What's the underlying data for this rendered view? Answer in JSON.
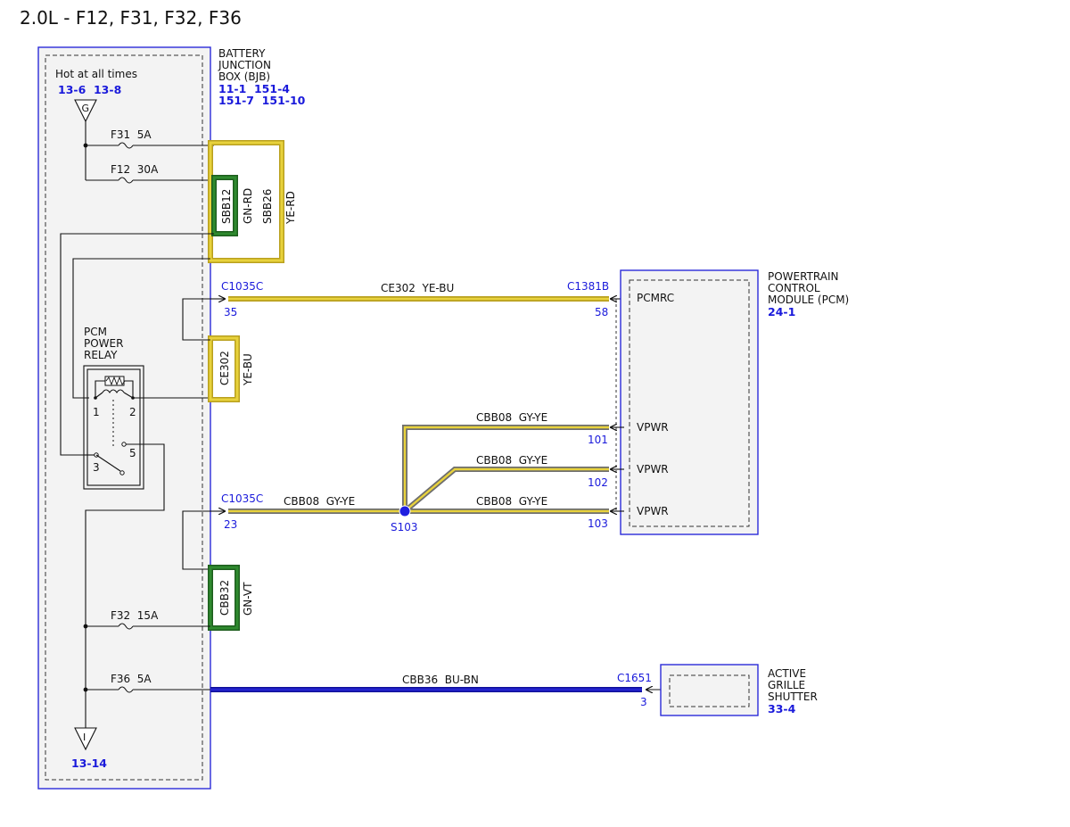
{
  "title": "2.0L - F12, F31, F32, F36",
  "colors": {
    "module_border": "#2b2bd9",
    "module_fill": "#f3f3f3",
    "ref_text": "#1a1adb",
    "yellow": "#e8d23c",
    "yellow_dark": "#b9a01e",
    "green": "#2f8a2f",
    "gray": "#8c8c8c",
    "blue": "#1b1bb8",
    "red": "#c0392b"
  },
  "bjb": {
    "label_lines": [
      "BATTERY",
      "JUNCTION",
      "BOX (BJB)"
    ],
    "refs_line1": "11-1  151-4",
    "refs_line2": "151-7  151-10",
    "hot_label": "Hot at all times",
    "hot_refs": "13-6  13-8",
    "ground_top": "G",
    "ground_bottom": "I",
    "ground_bottom_ref": "13-14"
  },
  "fuses": {
    "f31": "F31  5A",
    "f12": "F12  30A",
    "f32": "F32  15A",
    "f36": "F36  5A"
  },
  "relay": {
    "label_lines": [
      "PCM",
      "POWER",
      "RELAY"
    ],
    "pin1": "1",
    "pin2": "2",
    "pin3": "3",
    "pin5": "5"
  },
  "splices": {
    "sbb12": "SBB12",
    "sbb12_color": "GN-RD",
    "sbb26": "SBB26",
    "sbb26_color": "YE-RD",
    "ce302": "CE302",
    "ce302_color": "YE-BU",
    "cbb32": "CBB32",
    "cbb32_color": "GN-VT"
  },
  "wires": {
    "ce302_main": "CE302  YE-BU",
    "cbb08_left": "CBB08  GY-YE",
    "cbb08_top": "CBB08  GY-YE",
    "cbb08_mid": "CBB08  GY-YE",
    "cbb08_bot": "CBB08  GY-YE",
    "cbb36": "CBB36  BU-BN"
  },
  "connectors": {
    "c1035c_a": "C1035C",
    "c1035c_a_pin": "35",
    "c1035c_b": "C1035C",
    "c1035c_b_pin": "23",
    "c1381b": "C1381B",
    "c1381b_pin": "58",
    "pin101": "101",
    "pin102": "102",
    "pin103": "103",
    "c1651": "C1651",
    "c1651_pin": "3",
    "s103": "S103"
  },
  "pcm": {
    "label_lines": [
      "POWERTRAIN",
      "CONTROL",
      "MODULE (PCM)"
    ],
    "ref": "24-1",
    "pcmrc": "PCMRC",
    "vpwr1": "VPWR",
    "vpwr2": "VPWR",
    "vpwr3": "VPWR"
  },
  "shutter": {
    "label_lines": [
      "ACTIVE",
      "GRILLE",
      "SHUTTER"
    ],
    "ref": "33-4"
  }
}
